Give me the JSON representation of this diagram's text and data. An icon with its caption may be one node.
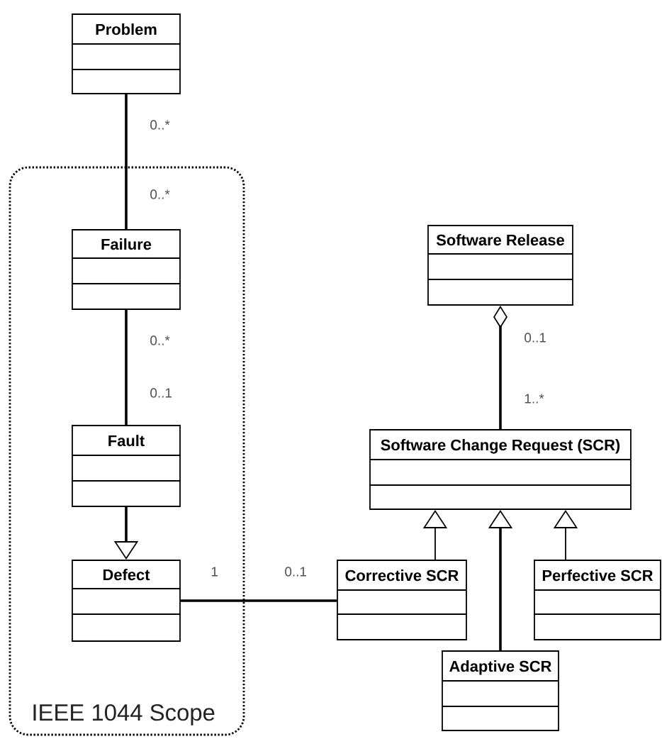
{
  "diagram": {
    "nodes": [
      {
        "text": [
          "Problem"
        ]
      },
      {
        "text": [
          "IEEE 1044 Scope"
        ]
      },
      {
        "text": [
          "Failure"
        ],
        "in": 1
      },
      {
        "text": [
          "Fault"
        ],
        "in": 1
      },
      {
        "text": [
          "Defect"
        ],
        "in": 1
      },
      {
        "text": [
          "Software Release"
        ]
      },
      {
        "text": [
          "Software Change Request (SCR)"
        ]
      },
      {
        "text": [
          "Corrective SCR"
        ]
      },
      {
        "text": [
          "Perfective SCR"
        ]
      },
      {
        "text": [
          "Adaptive SCR"
        ]
      }
    ],
    "edges": [
      {
        "from": 0,
        "to": 2,
        "arrow": "none"
      },
      {
        "from": 2,
        "to": 3,
        "arrow": "none"
      },
      {
        "from": 3,
        "to": 4,
        "arrow": "to"
      },
      {
        "from": 4,
        "to": 7,
        "arrow": "none"
      },
      {
        "from": 5,
        "to": 6,
        "arrow": "other"
      },
      {
        "from": 7,
        "to": 6,
        "arrow": "to"
      },
      {
        "from": 9,
        "to": 6,
        "arrow": "to"
      },
      {
        "from": 8,
        "to": 6,
        "arrow": "to"
      }
    ],
    "labels": [
      "0..*",
      "0..*",
      "0..1",
      "0..*",
      "0..1",
      "1..*",
      "1",
      "0..1"
    ]
  }
}
